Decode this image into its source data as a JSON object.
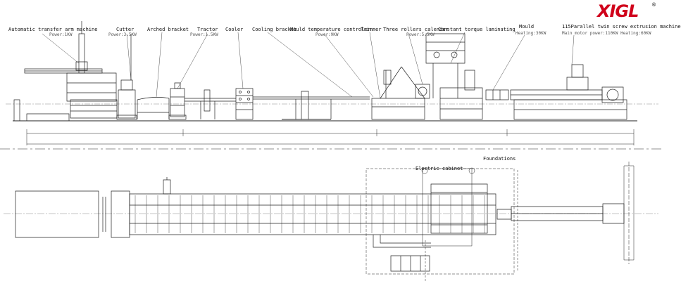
{
  "brand": {
    "logo_text": "XIGL",
    "registered_mark": "®",
    "color": "#d0021b"
  },
  "side_view": {
    "labels": [
      {
        "id": "transfer-arm",
        "name": "Automatic transfer arm machine",
        "spec": "Power:1KW"
      },
      {
        "id": "cutter",
        "name": "Cutter",
        "spec": "Power:3.5KW"
      },
      {
        "id": "arched-bracket",
        "name": "Arched bracket",
        "spec": ""
      },
      {
        "id": "tractor",
        "name": "Tractor",
        "spec": "Power:1.5KW"
      },
      {
        "id": "cooler",
        "name": "Cooler",
        "spec": ""
      },
      {
        "id": "cooling-bracket",
        "name": "Cooling bracket",
        "spec": ""
      },
      {
        "id": "mould-temp",
        "name": "Mould temperature controler",
        "spec": "Power:9KW"
      },
      {
        "id": "trimmer",
        "name": "Trimmer",
        "spec": ""
      },
      {
        "id": "three-rollers",
        "name": "Three rollers calender",
        "spec": "Power:5.5KW"
      },
      {
        "id": "laminating",
        "name": "Constant torque laminating",
        "spec": ""
      },
      {
        "id": "mould",
        "name": "Mould",
        "spec": "Heating:30KW"
      },
      {
        "id": "extruder",
        "name": "115Parallel twin screw extrusion machine",
        "spec": "Main motor power:110KW  Heating:60KW"
      }
    ]
  },
  "top_view": {
    "labels": [
      {
        "id": "electric-cabinet",
        "name": "Electric cabinet"
      },
      {
        "id": "foundations",
        "name": "Foundations"
      }
    ]
  }
}
